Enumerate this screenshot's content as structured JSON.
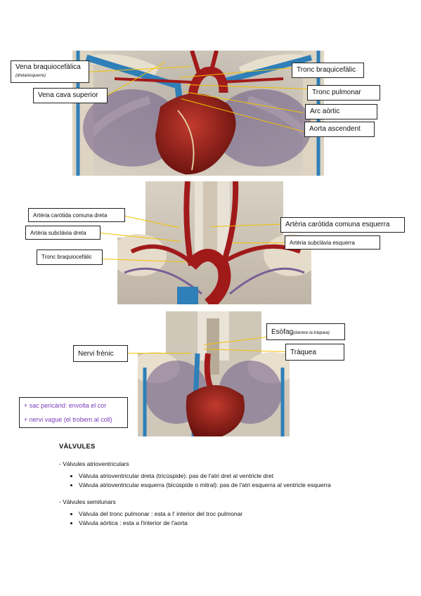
{
  "figure1": {
    "labels": {
      "vena_braquio": "Vena braquiocefàlica",
      "vena_braquio_note": "(dreta/esquerre)",
      "vena_cava": "Vena cava superior",
      "tronc_braquio": "Tronc braquicefàlic",
      "tronc_pulmonar": "Tronc pulmonar",
      "arc_aortic": "Arc aòrtic",
      "aorta_asc": "Aorta ascendent"
    }
  },
  "figure2": {
    "labels": {
      "carotida_dreta": "Artèria caròtida comuna dreta",
      "subclavia_dreta": "Artèria subclàvia dreta",
      "tronc_braquio": "Tronc braquiocefàlic",
      "carotida_esquerra": "Artèria caròtida comuna esquerra",
      "subclavia_esquerra": "Artèria subclàvia esquerra"
    }
  },
  "figure3": {
    "labels": {
      "esofag": "Esòfag",
      "esofag_note": "(darrere la tràquea)",
      "traquea": "Tràquea",
      "nervi_frenic": "Nervi frènic"
    }
  },
  "notes": [
    "+ sac pericàrid: envolta el cor",
    "+ nervi vague (el trobem al coll)"
  ],
  "document": {
    "heading": "VÀLVULES",
    "sections": [
      {
        "title": "- Vàlvules atrioventriculars",
        "items": [
          "Vàlvula atrioventricular dreta (tricúspide): pas de l'atri dret al ventricle dret",
          "Vàlvula atrioventricular esquerra (bicúspide o mitral): pas de l'atri esquerra al ventricle esquerra"
        ]
      },
      {
        "title": "- Vàlvules semilunars",
        "items": [
          "Vàlvula del tronc pulmonar : esta a l' interior del troc pulmonar",
          "Vàlvula aòrtica : esta a l'interior de l'aorta"
        ]
      }
    ]
  },
  "colors": {
    "artery": "#a11a1a",
    "vein": "#2f7fb8",
    "leader": "#f2c200",
    "notes_text": "#7a3bb8"
  }
}
